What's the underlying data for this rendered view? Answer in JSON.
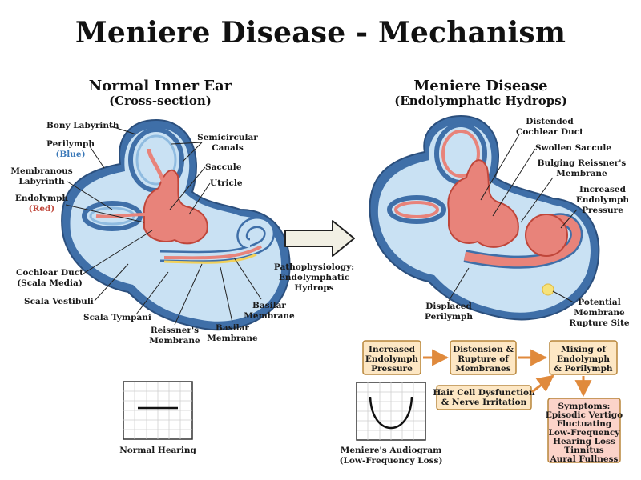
{
  "title": "Meniere Disease - Mechanism",
  "normal": {
    "heading": "Normal Inner Ear",
    "subheading": "(Cross-section)",
    "labels": {
      "bony_labyrinth": "Bony Labyrinth",
      "perilymph": "Perilymph",
      "perilymph_color": "(Blue)",
      "membranous_1": "Membranous",
      "membranous_2": "Labyrinth",
      "endolymph": "Endolymph",
      "endolymph_color": "(Red)",
      "semicircular_1": "Semicircular",
      "semicircular_2": "Canals",
      "saccule": "Saccule",
      "utricle": "Utricle",
      "cochlear_1": "Cochlear Duct",
      "cochlear_2": "(Scala Media)",
      "scala_vestibuli": "Scala Vestibuli",
      "scala_tympani": "Scala Tympani",
      "reissner_1": "Reissner's",
      "reissner_2": "Membrane",
      "basilar_a1": "Basilar",
      "basilar_a2": "Membrane",
      "basilar_b1": "Basilar",
      "basilar_b2": "Membrane"
    },
    "audiogram_label": "Normal Hearing"
  },
  "arrow": {
    "line1": "Pathophysiology:",
    "line2": "Endolymphatic",
    "line3": "Hydrops"
  },
  "meniere": {
    "heading": "Meniere Disease",
    "subheading": "(Endolymphatic Hydrops)",
    "labels": {
      "distended_1": "Distended",
      "distended_2": "Cochlear Duct",
      "swollen": "Swollen Saccule",
      "bulging_1": "Bulging Reissner's",
      "bulging_2": "Membrane",
      "increased_1": "Increased",
      "increased_2": "Endolymph",
      "increased_3": "Pressure",
      "displaced_1": "Displaced",
      "displaced_2": "Perilymph",
      "rupture_1": "Potential",
      "rupture_2": "Membrane",
      "rupture_3": "Rupture Site"
    },
    "audiogram_label_1": "Meniere's Audiogram",
    "audiogram_label_2": "(Low-Frequency Loss)"
  },
  "flow": {
    "box1": [
      "Increased",
      "Endolymph",
      "Pressure"
    ],
    "box2": [
      "Distension &",
      "Rupture of",
      "Membranes"
    ],
    "box3": [
      "Mixing of",
      "Endolymph",
      "& Perilymph"
    ],
    "box4": [
      "Hair Cell Dysfunction",
      "& Nerve Irritation"
    ],
    "box5": [
      "Symptoms:",
      "Episodic Vertigo",
      "Fluctuating",
      "Low-Frequency",
      "Hearing Loss",
      "Tinnitus",
      "Aural Fullness"
    ]
  },
  "colors": {
    "bone": "#3f6fa8",
    "perilymph": "#c9e1f3",
    "perilymph_dark": "#8fbbe0",
    "endolymph": "#e8837a",
    "endolymph_dark": "#c0463a",
    "box_fill": "#fde7c4",
    "box_stroke": "#b8863a",
    "symptom_fill": "#fbd3c9",
    "arrow_fill": "#f2f0e4"
  }
}
